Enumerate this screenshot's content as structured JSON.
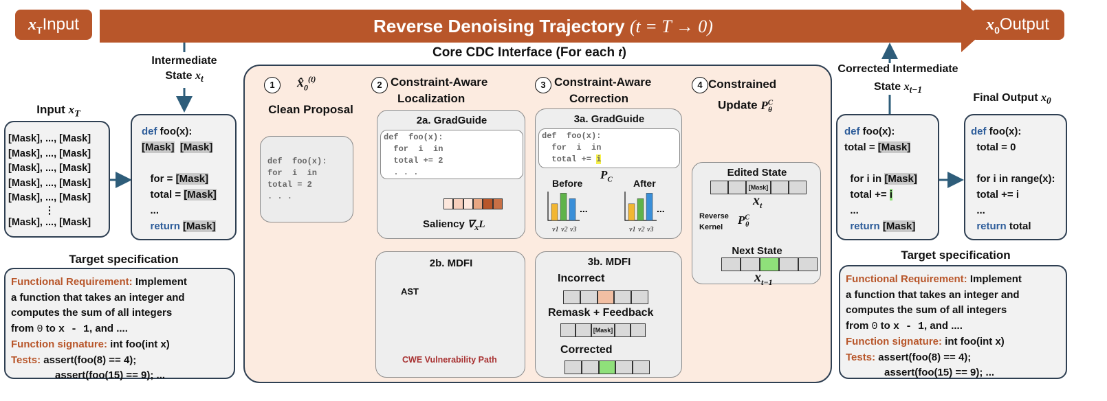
{
  "header": {
    "input_label": "Input",
    "title": "Reverse Denoising Trajectory",
    "title_math": "(t = T → 0)",
    "output_label": "Output",
    "x_T": "x",
    "x_T_sub": "T",
    "x_0": "x",
    "x_0_sub": "0"
  },
  "left": {
    "intermediate_state": "Intermediate",
    "intermediate_state2": "State",
    "input_title": "Input",
    "mask_lines": [
      "[Mask], ..., [Mask]",
      "[Mask], ..., [Mask]",
      "[Mask], ..., [Mask]",
      "[Mask], ..., [Mask]",
      "[Mask], ..., [Mask]",
      "⋮",
      "[Mask], ..., [Mask]"
    ],
    "code": {
      "def": "def",
      "sig": " foo(x):",
      "mask1": "[Mask]",
      "mask2": "[Mask]",
      "for": "for = ",
      "for_mask": "[Mask]",
      "total": "total = ",
      "total_mask": "[Mask]",
      "dots": "...",
      "return": "return",
      "ret_mask": "[Mask]"
    },
    "spec_title": "Target specification",
    "spec": {
      "req_label": "Functional Requirement:",
      "req_text1": " Implement",
      "req_text2": "a function that takes an integer and",
      "req_text3": "computes the sum of all integers",
      "req_text4a": "from ",
      "req_text4b": "0",
      "req_text4c": " to ",
      "req_text4d": "x - 1",
      "req_text4e": ", and ....",
      "sig_label": "Function signature:",
      "sig_text": " int foo(int x)",
      "tests_label": "Tests:",
      "test1": " assert(foo(8) == 4);",
      "test2": "assert(foo(15) == 9); ..."
    }
  },
  "core": {
    "title": "Core CDC Interface (For each",
    "title_t": "t",
    "title_end": ")",
    "step1_num": "1",
    "step1_label": "Clean Proposal",
    "step2_num": "2",
    "step2_label1": "Constraint-Aware",
    "step2_label2": "Localization",
    "step3_num": "3",
    "step3_label1": "Constraint-Aware",
    "step3_label2": "Correction",
    "step4_num": "4",
    "step4_label1": "Constrained",
    "step4_label2": "Update",
    "proposal_code": "def  foo(x):\nfor  i  in\ntotal = 2\n. . .",
    "gg2_title": "2a. GradGuide",
    "gg2_code": "def  foo(x):\n  for  i  in\n  total += 2\n  . . .",
    "saliency": "Saliency",
    "saliency_math": "∇",
    "mdfi2_title": "2b. MDFI",
    "ast": "AST",
    "cwe": "CWE Vulnerability Path",
    "gg3_title": "3a. GradGuide",
    "gg3_code1": "def  foo(x):\n  for  i  in\n  total += ",
    "gg3_code_hl": "i",
    "pc": "P",
    "pc_sub": "C",
    "before": "Before",
    "after": "After",
    "v_labels": [
      "v1",
      "v2",
      "v3"
    ],
    "ellipsis": "...",
    "mdfi3_title": "3b. MDFI",
    "incorrect": "Incorrect",
    "remask": "Remask + Feedback",
    "corrected": "Corrected",
    "mask_small": "[Mask]",
    "edited_state": "Edited State",
    "reverse": "Reverse",
    "kernel": "Kernel",
    "next_state": "Next State",
    "x_t": "x",
    "x_t_sub": "t",
    "x_t1_sub": "t−1"
  },
  "right": {
    "corrected_label1": "Corrected Intermediate",
    "corrected_label2": "State",
    "final_title": "Final Output",
    "mid_code": {
      "def": "def",
      "sig": " foo(x):",
      "total": "total = ",
      "total_mask": "[Mask]",
      "for": "for i in ",
      "for_mask": "[Mask]",
      "inc": "total += ",
      "inc_hl": "i",
      "dots": "...",
      "return": "return",
      "ret_mask": "[Mask]"
    },
    "final_code": {
      "def": "def",
      "sig": " foo(x):",
      "total": "total = 0",
      "for": "for i in range(x):",
      "inc": "total += i",
      "dots": "...",
      "return": "return",
      "ret_val": " total"
    },
    "spec_title": "Target specification"
  },
  "colors": {
    "header": "#b8562a",
    "box_border": "#2e3f52",
    "keyword": "#2e5d9a",
    "cwe_red": "#a83232",
    "check_green": "#59b55a",
    "cross_red": "#d63a2b"
  }
}
